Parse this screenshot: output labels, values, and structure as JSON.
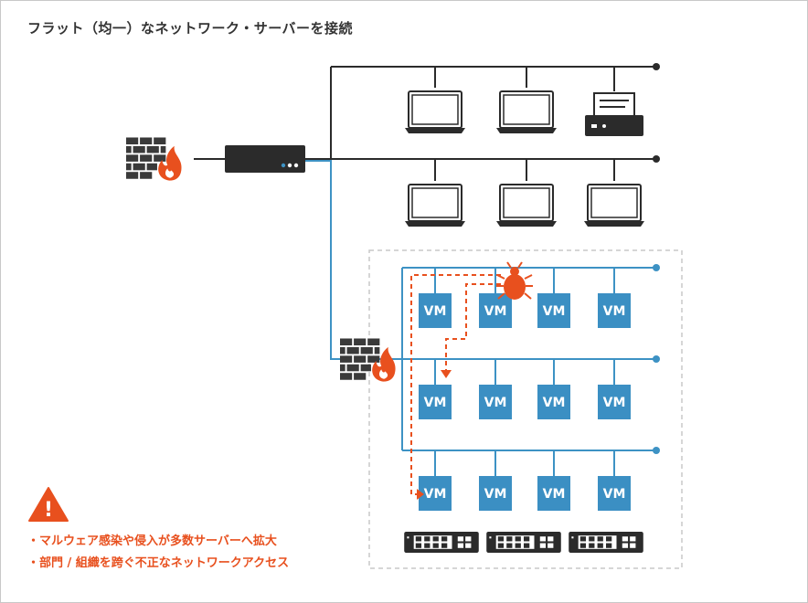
{
  "title": "フラット（均一）なネットワーク・サーバーを接続",
  "vm_label": "VM",
  "warnings": [
    "・マルウェア感染や侵入が多数サーバーへ拡大",
    "・部門 / 組織を跨ぐ不正なネットワークアクセス"
  ],
  "warning_symbol": "!",
  "colors": {
    "accent_blue": "#3d92c4",
    "vm_fill": "#3b8fc3",
    "line_dark": "#2b2b2b",
    "threat_orange": "#e8501e",
    "text_dark": "#333333",
    "dashed_border": "#c8c8c8"
  },
  "icons": [
    "firewall-icon",
    "router-icon",
    "laptop-icon",
    "printer-icon",
    "malware-bug-icon",
    "network-switch-icon",
    "warning-icon"
  ]
}
